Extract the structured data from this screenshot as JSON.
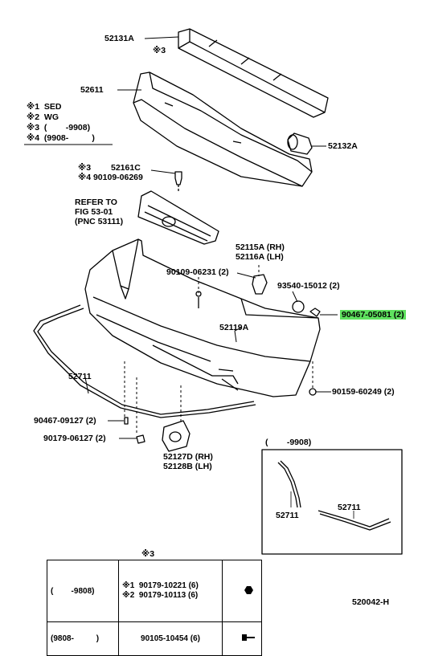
{
  "labels": {
    "p52131A": "52131A",
    "p52131A_mark": "※3",
    "p52611": "52611",
    "p52132A": "52132A",
    "p52161C_mark": "※3",
    "p52161C": "52161C",
    "p90109_06269": "※4 90109-06269",
    "refer1": "REFER TO",
    "refer2": "FIG 53-01",
    "refer3": "(PNC 53111)",
    "p52115A": "52115A (RH)",
    "p52116A": "52116A (LH)",
    "p90109_06231": "90109-06231 (2)",
    "p93540": "93540-15012 (2)",
    "p90467_05081": "90467-05081 (2)",
    "p52119A": "52119A",
    "p52711": "52711",
    "p90159": "90159-60249 (2)",
    "p90467_09127": "90467-09127 (2)",
    "p90179_06127": "90179-06127 (2)",
    "p52127D": "52127D (RH)",
    "p52128B": "52128B (LH)",
    "inset_title": "(        -9908)",
    "inset_52711a": "52711",
    "inset_52711b": "52711",
    "table_title": "※3",
    "code": "520042-H"
  },
  "legend": [
    {
      "mark": "※1",
      "text": "SED"
    },
    {
      "mark": "※2",
      "text": "WG"
    },
    {
      "mark": "※3",
      "text": "(        -9908)"
    },
    {
      "mark": "※4",
      "text": "(9908-          )"
    }
  ],
  "table": {
    "rows": [
      {
        "range": "(        -9808)",
        "parts1": "※1  90179-10221 (6)",
        "parts2": "※2  90179-10113 (6)",
        "icon": "nut-icon"
      },
      {
        "range": "(9808-          )",
        "parts1": "90105-10454 (6)",
        "parts2": "",
        "icon": "bolt-icon"
      }
    ]
  }
}
